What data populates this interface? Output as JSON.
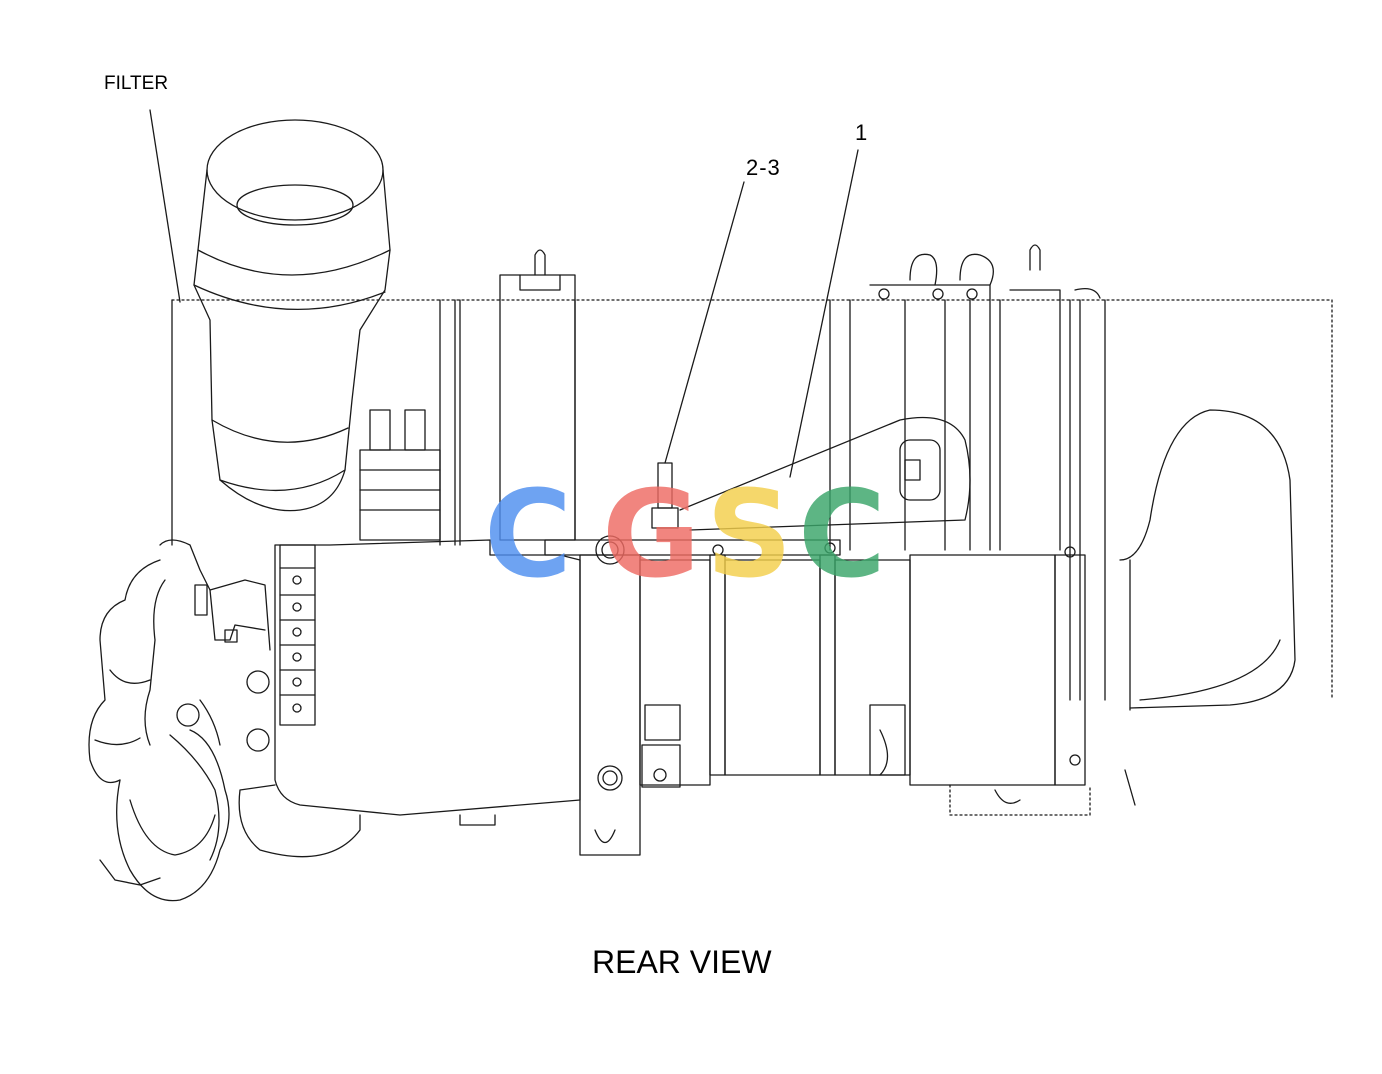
{
  "labels": {
    "filter": "FILTER",
    "part_2_3": "2-3",
    "part_1": "1"
  },
  "caption": "REAR VIEW",
  "watermark": {
    "letters": [
      "C",
      "G",
      "S",
      "C"
    ],
    "colors": [
      "#4f8ff0",
      "#ef6b63",
      "#f3cf4b",
      "#3aa66a"
    ]
  },
  "colors": {
    "line": "#1a1a1a",
    "background": "#ffffff"
  }
}
